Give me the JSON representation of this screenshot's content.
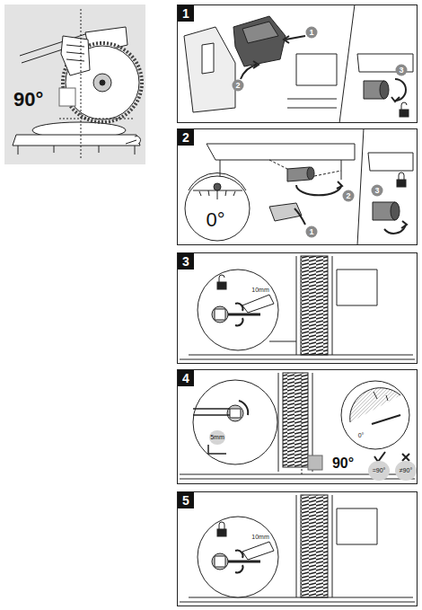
{
  "diagram": {
    "nodes": [
      {
        "text": [
          "90°"
        ]
      },
      {
        "text": [
          "1"
        ]
      },
      {
        "text": [
          "2"
        ]
      },
      {
        "text": [
          "3"
        ]
      },
      {
        "text": [
          "4"
        ]
      },
      {
        "text": [
          "5"
        ]
      }
    ],
    "labels": [
      "1",
      "2",
      "3",
      "1",
      "2",
      "3",
      "0°",
      "10mm",
      "5mm",
      "0°",
      "90°",
      "=90°",
      "≠90°",
      "10mm"
    ]
  }
}
